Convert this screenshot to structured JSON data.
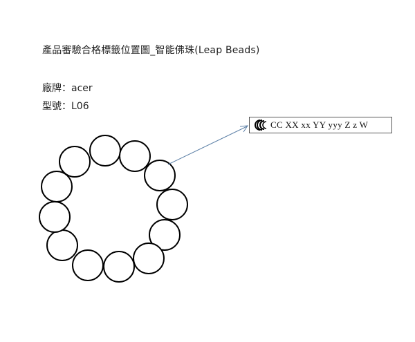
{
  "title": "產品審驗合格標籤位置圖_智能佛珠(Leap Beads)",
  "brand": {
    "label": "廠牌：",
    "value": "acer"
  },
  "model": {
    "label": "型號：",
    "value": "L06"
  },
  "label_box": {
    "code_text": "CC XX xx YY yyy Z z W",
    "logo_icon": "ncc-wave-logo-icon"
  },
  "colors": {
    "arrow": "#5b7fa6",
    "bead_stroke": "#000000"
  }
}
